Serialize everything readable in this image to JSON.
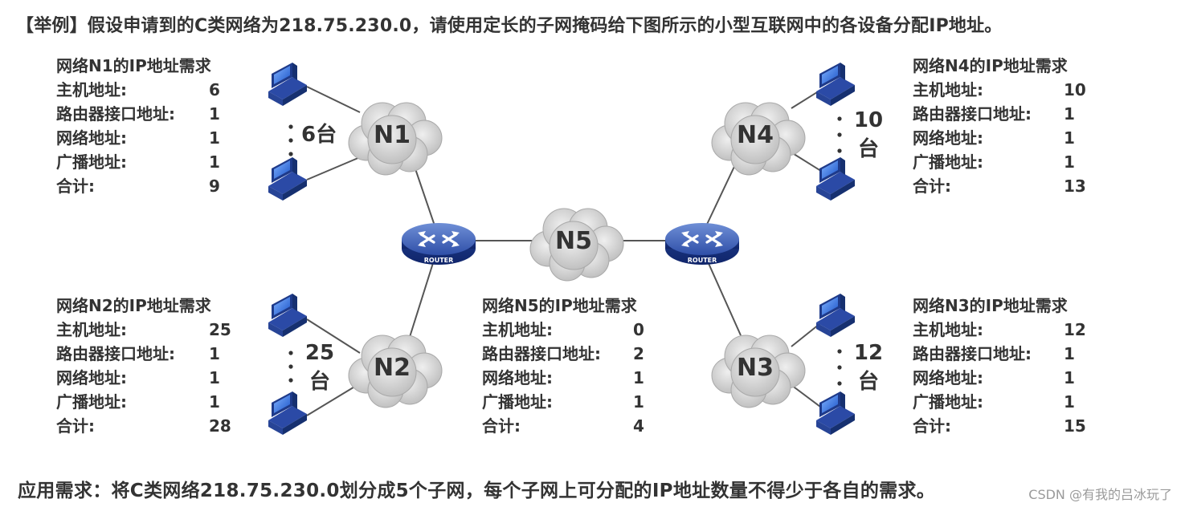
{
  "heading": "【举例】假设申请到的C类网络为218.75.230.0，请使用定长的子网掩码给下图所示的小型互联网中的各设备分配IP地址。",
  "footer": "应用需求：将C类网络218.75.230.0划分成5个子网，每个子网上可分配的IP地址数量不得少于各自的需求。",
  "watermark": "CSDN @有我的吕冰玩了",
  "networks": {
    "n1": {
      "label": "N1",
      "count": "6台"
    },
    "n2": {
      "label": "N2",
      "count_num": "25",
      "count_unit": "台"
    },
    "n3": {
      "label": "N3",
      "count_num": "12",
      "count_unit": "台"
    },
    "n4": {
      "label": "N4",
      "count_num": "10",
      "count_unit": "台"
    },
    "n5": {
      "label": "N5"
    }
  },
  "router_text": "ROUTER",
  "requirements": {
    "n1": {
      "title": "网络N1的IP地址需求",
      "rows": [
        {
          "label": "主机地址:",
          "value": "6"
        },
        {
          "label": "路由器接口地址:",
          "value": "1"
        },
        {
          "label": "网络地址:",
          "value": "1"
        },
        {
          "label": "广播地址:",
          "value": "1"
        },
        {
          "label": "合计:",
          "value": "9"
        }
      ]
    },
    "n2": {
      "title": "网络N2的IP地址需求",
      "rows": [
        {
          "label": "主机地址:",
          "value": "25"
        },
        {
          "label": "路由器接口地址:",
          "value": "1"
        },
        {
          "label": "网络地址:",
          "value": "1"
        },
        {
          "label": "广播地址:",
          "value": "1"
        },
        {
          "label": "合计:",
          "value": "28"
        }
      ]
    },
    "n3": {
      "title": "网络N3的IP地址需求",
      "rows": [
        {
          "label": "主机地址:",
          "value": "12"
        },
        {
          "label": "路由器接口地址:",
          "value": "1"
        },
        {
          "label": "网络地址:",
          "value": "1"
        },
        {
          "label": "广播地址:",
          "value": "1"
        },
        {
          "label": "合计:",
          "value": "15"
        }
      ]
    },
    "n4": {
      "title": "网络N4的IP地址需求",
      "rows": [
        {
          "label": "主机地址:",
          "value": "10"
        },
        {
          "label": "路由器接口地址:",
          "value": "1"
        },
        {
          "label": "网络地址:",
          "value": "1"
        },
        {
          "label": "广播地址:",
          "value": "1"
        },
        {
          "label": "合计:",
          "value": "13"
        }
      ]
    },
    "n5": {
      "title": "网络N5的IP地址需求",
      "rows": [
        {
          "label": "主机地址:",
          "value": "0"
        },
        {
          "label": "路由器接口地址:",
          "value": "2"
        },
        {
          "label": "网络地址:",
          "value": "1"
        },
        {
          "label": "广播地址:",
          "value": "1"
        },
        {
          "label": "合计:",
          "value": "4"
        }
      ]
    }
  }
}
